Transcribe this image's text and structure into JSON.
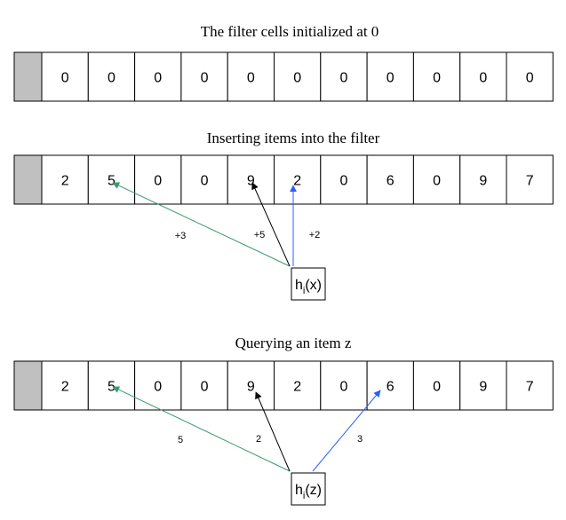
{
  "sections": [
    {
      "title": "The filter cells initialized at 0",
      "cells": [
        "0",
        "0",
        "0",
        "0",
        "0",
        "0",
        "0",
        "0",
        "0",
        "0",
        "0"
      ]
    },
    {
      "title": "Inserting items into the filter",
      "cells": [
        "2",
        "5",
        "0",
        "0",
        "9",
        "2",
        "0",
        "6",
        "0",
        "9",
        "7"
      ],
      "hash": {
        "base": "h",
        "sub": "i",
        "arg": "(x)"
      },
      "arrows": [
        {
          "color": "#3a9a6e",
          "label": "+3"
        },
        {
          "color": "#000000",
          "label": "+5"
        },
        {
          "color": "#2a5cff",
          "label": "+2"
        }
      ]
    },
    {
      "title": "Querying an item z",
      "cells": [
        "2",
        "5",
        "0",
        "0",
        "9",
        "2",
        "0",
        "6",
        "0",
        "9",
        "7"
      ],
      "hash": {
        "base": "h",
        "sub": "i",
        "arg": "(z)"
      },
      "arrows": [
        {
          "color": "#3a9a6e",
          "label": "5"
        },
        {
          "color": "#000000",
          "label": "2"
        },
        {
          "color": "#2a5cff",
          "label": "3"
        }
      ]
    }
  ],
  "colors": {
    "first_cell_fill": "#c0c0c0",
    "cell_border": "#000000"
  }
}
